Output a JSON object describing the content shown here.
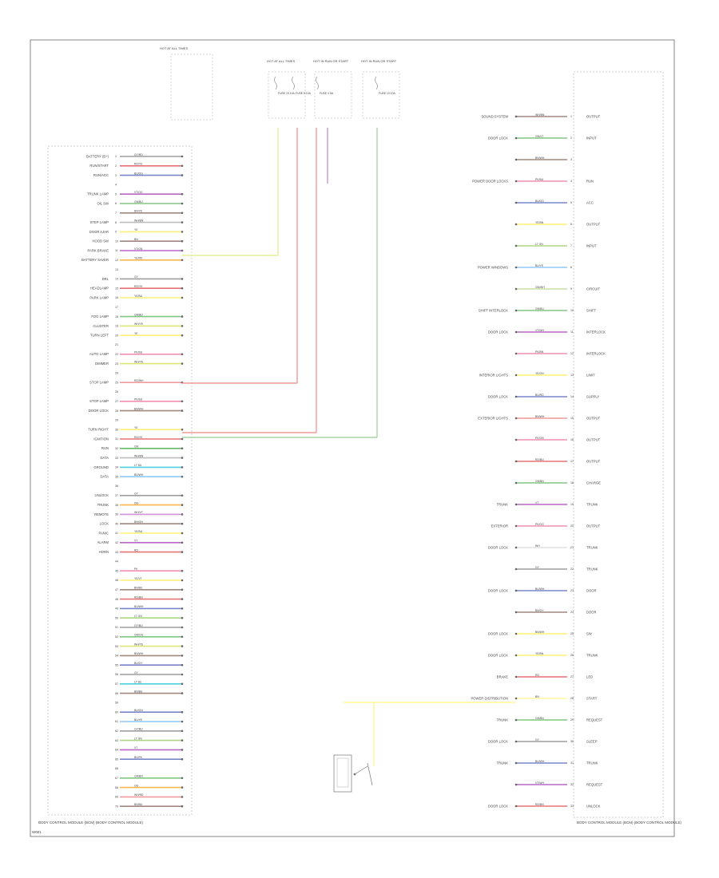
{
  "diagram": {
    "title_left": "BODY CONTROL MODULE (BCM) (BODY CONTROL MODULE)",
    "title_right": "BODY CONTROL MODULE (BCM) (BODY CONTROL MODULE)",
    "footer_tag": "W001",
    "top_fuse_left": "HOT AT ALL TIMES",
    "top_blocks": [
      "HOT AT ALL TIMES",
      "HOT IN RUN OR START",
      "HOT IN RUN OR START"
    ],
    "fuse_labels": [
      "FUSE 19 10A",
      "FUSE 5 10A",
      "FUSE 4 5A",
      "FUSE 13 10A"
    ],
    "left_pins": [
      {
        "label": "BATTERY (B+)",
        "wire": "GY/RD",
        "color": "#9e9e9e"
      },
      {
        "label": "RUN/START",
        "wire": "RD/YE",
        "color": "#e57373"
      },
      {
        "label": "RUN/ACC",
        "wire": "BU/OG",
        "color": "#7986cb"
      },
      {
        "label": "",
        "wire": "",
        "color": ""
      },
      {
        "label": "TRUNK LAMP",
        "wire": "VT/OG",
        "color": "#ba68c8"
      },
      {
        "label": "OIL SW",
        "wire": "GN/BU",
        "color": "#81c784"
      },
      {
        "label": "",
        "wire": "BN/YE",
        "color": "#a1887f"
      },
      {
        "label": "STEP LAMP",
        "wire": "WH/BN",
        "color": "#bdbdbd"
      },
      {
        "label": "DOOR AJAR",
        "wire": "YE",
        "color": "#fff176"
      },
      {
        "label": "HOOD SW",
        "wire": "BN",
        "color": "#a1887f"
      },
      {
        "label": "PARK BRAKE",
        "wire": "VT/GN",
        "color": "#ba68c8"
      },
      {
        "label": "BATTERY SAVER",
        "wire": "YE/RD",
        "color": "#ffb74d"
      },
      {
        "label": "",
        "wire": "",
        "color": ""
      },
      {
        "label": "DRL",
        "wire": "GY",
        "color": "#9e9e9e"
      },
      {
        "label": "HEADLAMP",
        "wire": "RD/YE",
        "color": "#e57373"
      },
      {
        "label": "PARK LAMP",
        "wire": "YE/BU",
        "color": "#fff176"
      },
      {
        "label": "",
        "wire": "",
        "color": ""
      },
      {
        "label": "FOG LAMP",
        "wire": "GN/BU",
        "color": "#81c784"
      },
      {
        "label": "CLUSTER",
        "wire": "WH/YE",
        "color": "#dce775"
      },
      {
        "label": "TURN LEFT",
        "wire": "YE",
        "color": "#fff176"
      },
      {
        "label": "",
        "wire": "",
        "color": ""
      },
      {
        "label": "AUTO LAMP",
        "wire": "PK/BU",
        "color": "#f48fb1"
      },
      {
        "label": "DIMMER",
        "wire": "WH/YE",
        "color": "#dce775"
      },
      {
        "label": "",
        "wire": "",
        "color": ""
      },
      {
        "label": "STOP LAMP",
        "wire": "RD/WH",
        "color": "#ef9a9a"
      },
      {
        "label": "",
        "wire": "",
        "color": ""
      },
      {
        "label": "STOP LAMP",
        "wire": "PK/BU",
        "color": "#f48fb1"
      },
      {
        "label": "DOOR LOCK",
        "wire": "BN/WH",
        "color": "#a1887f"
      },
      {
        "label": "",
        "wire": "",
        "color": ""
      },
      {
        "label": "TURN RIGHT",
        "wire": "YE",
        "color": "#fff176"
      },
      {
        "label": "IGNITION",
        "wire": "RD/YE",
        "color": "#e57373"
      },
      {
        "label": "RUN",
        "wire": "GN",
        "color": "#66bb6a"
      },
      {
        "label": "DATA",
        "wire": "WH/BN",
        "color": "#bdbdbd"
      },
      {
        "label": "GROUND",
        "wire": "LT BU",
        "color": "#4dd0e1"
      },
      {
        "label": "DATA",
        "wire": "BU/WH",
        "color": "#90caf9"
      },
      {
        "label": "",
        "wire": "",
        "color": ""
      },
      {
        "label": "UNLOCK",
        "wire": "GY",
        "color": "#9e9e9e"
      },
      {
        "label": "TRUNK",
        "wire": "OG",
        "color": "#ffb74d"
      },
      {
        "label": "REMOTE",
        "wire": "WH/VT",
        "color": "#ce93d8"
      },
      {
        "label": "LOCK",
        "wire": "BN/GN",
        "color": "#a1887f"
      },
      {
        "label": "PANIC",
        "wire": "YE/BU",
        "color": "#fff176"
      },
      {
        "label": "ALARM",
        "wire": "VT",
        "color": "#ba68c8"
      },
      {
        "label": "HORN",
        "wire": "RD",
        "color": "#e57373"
      },
      {
        "label": "",
        "wire": "",
        "color": ""
      },
      {
        "label": "",
        "wire": "PK",
        "color": "#f48fb1"
      },
      {
        "label": "",
        "wire": "YE/VT",
        "color": "#fff176"
      },
      {
        "label": "",
        "wire": "BN/BU",
        "color": "#a1887f"
      },
      {
        "label": "",
        "wire": "RD/BN",
        "color": "#e57373"
      },
      {
        "label": "",
        "wire": "BU/WH",
        "color": "#7986cb"
      },
      {
        "label": "",
        "wire": "LT GN",
        "color": "#aed581"
      },
      {
        "label": "",
        "wire": "GY/BU",
        "color": "#9e9e9e"
      },
      {
        "label": "",
        "wire": "GN/OG",
        "color": "#81c784"
      },
      {
        "label": "",
        "wire": "WH/YE",
        "color": "#dce775"
      },
      {
        "label": "",
        "wire": "BN/WH",
        "color": "#a1887f"
      },
      {
        "label": "",
        "wire": "BU/GY",
        "color": "#7986cb"
      },
      {
        "label": "",
        "wire": "GY",
        "color": "#9e9e9e"
      },
      {
        "label": "",
        "wire": "LT BU",
        "color": "#4dd0e1"
      },
      {
        "label": "",
        "wire": "BN/BU",
        "color": "#a1887f"
      },
      {
        "label": "",
        "wire": "",
        "color": ""
      },
      {
        "label": "",
        "wire": "BU/GN",
        "color": "#7986cb"
      },
      {
        "label": "",
        "wire": "BU/YE",
        "color": "#90caf9"
      },
      {
        "label": "",
        "wire": "GY/BU",
        "color": "#9e9e9e"
      },
      {
        "label": "",
        "wire": "LT GN",
        "color": "#aed581"
      },
      {
        "label": "",
        "wire": "VT",
        "color": "#ba68c8"
      },
      {
        "label": "",
        "wire": "BU/PK",
        "color": "#7986cb"
      },
      {
        "label": "",
        "wire": "",
        "color": ""
      },
      {
        "label": "",
        "wire": "GN/BN",
        "color": "#81c784"
      },
      {
        "label": "",
        "wire": "OG",
        "color": "#ffb74d"
      },
      {
        "label": "",
        "wire": "WH/RD",
        "color": "#ef9a9a"
      },
      {
        "label": "",
        "wire": "BN/BU",
        "color": "#a1887f"
      }
    ],
    "right_pins": [
      {
        "system": "SOUND SYSTEM",
        "wire": "WH/BN",
        "color": "#a1887f",
        "label": "OUTPUT"
      },
      {
        "system": "DOOR LOCK",
        "wire": "GN/VT",
        "color": "#81c784",
        "label": "INPUT"
      },
      {
        "system": "",
        "wire": "BN/WH",
        "color": "#a1887f",
        "label": ""
      },
      {
        "system": "POWER DOOR LOCKS",
        "wire": "PK/BU",
        "color": "#f48fb1",
        "label": "RUN"
      },
      {
        "system": "",
        "wire": "BU/OG",
        "color": "#7986cb",
        "label": "ACC"
      },
      {
        "system": "",
        "wire": "YE/BN",
        "color": "#fff176",
        "label": "OUTPUT"
      },
      {
        "system": "",
        "wire": "LT GN",
        "color": "#aed581",
        "label": "INPUT"
      },
      {
        "system": "POWER WINDOWS",
        "wire": "BU/YE",
        "color": "#90caf9",
        "label": ""
      },
      {
        "system": "",
        "wire": "GN/WH",
        "color": "#c5e1a5",
        "label": "CIRCUIT"
      },
      {
        "system": "SHIFT INTERLOCK",
        "wire": "GN/BU",
        "color": "#81c784",
        "label": "SHIFT"
      },
      {
        "system": "DOOR LOCK",
        "wire": "VT/WH",
        "color": "#ba68c8",
        "label": "INTERLOCK"
      },
      {
        "system": "",
        "wire": "PK/BN",
        "color": "#f48fb1",
        "label": "INTERLOCK"
      },
      {
        "system": "INTERIOR LIGHTS",
        "wire": "YE/GN",
        "color": "#fff176",
        "label": "LIMIT"
      },
      {
        "system": "DOOR LOCK",
        "wire": "BU/RD",
        "color": "#7986cb",
        "label": "SUPPLY"
      },
      {
        "system": "EXTERIOR LIGHTS",
        "wire": "BN/WH",
        "color": "#ef9a9a",
        "label": "OUTPUT"
      },
      {
        "system": "",
        "wire": "PK/GN",
        "color": "#f48fb1",
        "label": "OUTPUT"
      },
      {
        "system": "",
        "wire": "RD/BU",
        "color": "#e57373",
        "label": "OUTPUT"
      },
      {
        "system": "",
        "wire": "GN/BN",
        "color": "#81c784",
        "label": "CHARGE"
      },
      {
        "system": "TRUNK",
        "wire": "VT",
        "color": "#ba68c8",
        "label": "TRUNK"
      },
      {
        "system": "EXTERIOR",
        "wire": "PK/OG",
        "color": "#f48fb1",
        "label": "OUTPUT"
      },
      {
        "system": "DOOR LOCK",
        "wire": "WH",
        "color": "#e0e0e0",
        "label": "TRUNK"
      },
      {
        "system": "",
        "wire": "GY",
        "color": "#9e9e9e",
        "label": "TRUNK"
      },
      {
        "system": "DOOR LOCK",
        "wire": "BU/WH",
        "color": "#7986cb",
        "label": "DOOR"
      },
      {
        "system": "",
        "wire": "BN/GY",
        "color": "#a1887f",
        "label": "DOOR"
      },
      {
        "system": "DOOR LOCK",
        "wire": "BN/WH",
        "color": "#fff176",
        "label": "SW"
      },
      {
        "system": "DOOR LOCK",
        "wire": "YE/BN",
        "color": "#fff176",
        "label": "TRUNK"
      },
      {
        "system": "BRAKE",
        "wire": "RD",
        "color": "#e57373",
        "label": "LED"
      },
      {
        "system": "POWER DISTRIBUTION",
        "wire": "BN",
        "color": "#fff59d",
        "label": "START"
      },
      {
        "system": "TRUNK",
        "wire": "GN/BN",
        "color": "#81c784",
        "label": "REQUEST"
      },
      {
        "system": "DOOR LOCK",
        "wire": "GY",
        "color": "#9e9e9e",
        "label": "SLEEP"
      },
      {
        "system": "TRUNK",
        "wire": "BU/WH",
        "color": "#7986cb",
        "label": "TRUNK"
      },
      {
        "system": "",
        "wire": "VT/WH",
        "color": "#ba68c8",
        "label": "REQUEST"
      },
      {
        "system": "DOOR LOCK",
        "wire": "RD/BN",
        "color": "#e57373",
        "label": "UNLOCK"
      }
    ]
  }
}
